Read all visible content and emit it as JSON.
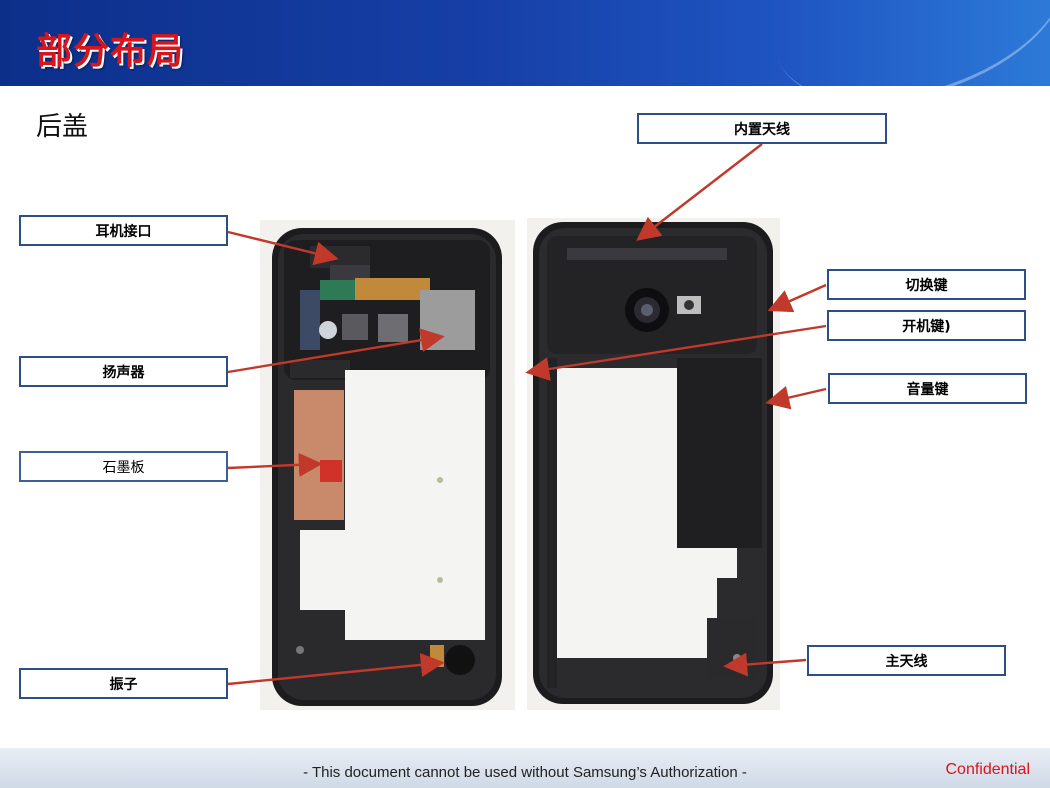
{
  "header": {
    "title": "部分布局"
  },
  "subtitle": "后盖",
  "labels": {
    "internal_antenna": "内置天线",
    "earphone_jack": "耳机接口",
    "switch_key": "切换键",
    "power_key": "开机键)",
    "speaker": "扬声器",
    "volume_key": "音量键",
    "graphite_sheet": "石墨板",
    "main_antenna": "主天线",
    "vibrator": "振子"
  },
  "footer": {
    "note": "- This document cannot be used without Samsung’s Authorization -",
    "confidential": "Confidential"
  },
  "colors": {
    "title_red": "#d8141c",
    "banner_blue": "#163fa6",
    "label_border": "#2d4f86",
    "arrow": "#c0392b"
  }
}
